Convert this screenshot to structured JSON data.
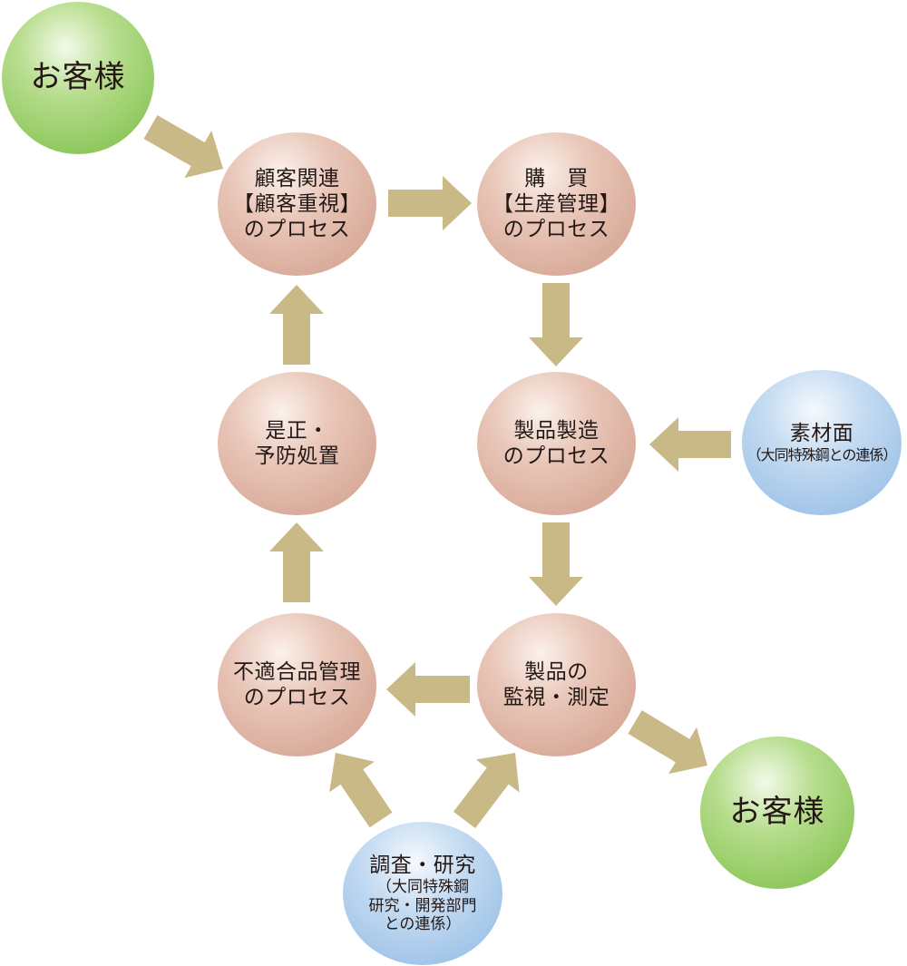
{
  "diagram": {
    "type": "process-flow",
    "colors": {
      "arrow": "#c9b986",
      "process_node": "#d8a897",
      "customer_node": "#8cc657",
      "support_node": "#a5c8ea",
      "text": "#231815"
    },
    "nodes": {
      "customer_in": {
        "lines": [
          "お客様"
        ]
      },
      "customer_related": {
        "lines": [
          "顧客関連",
          "【顧客重視】",
          "のプロセス"
        ]
      },
      "purchasing": {
        "lines": [
          "購　買",
          "【生産管理】",
          "のプロセス"
        ]
      },
      "manufacturing": {
        "lines": [
          "製品製造",
          "のプロセス"
        ]
      },
      "materials": {
        "lines": [
          "素材面",
          "（大同特殊鋼との連係）"
        ]
      },
      "monitoring": {
        "lines": [
          "製品の",
          "監視・測定"
        ]
      },
      "customer_out": {
        "lines": [
          "お客様"
        ]
      },
      "nonconforming": {
        "lines": [
          "不適合品管理",
          "のプロセス"
        ]
      },
      "corrective": {
        "lines": [
          "是正・",
          "予防処置"
        ]
      },
      "research": {
        "lines": [
          "調査・研究",
          "（大同特殊鋼",
          "研究・開発部門",
          "との連係）"
        ]
      }
    },
    "edges": [
      {
        "from": "customer_in",
        "to": "customer_related"
      },
      {
        "from": "customer_related",
        "to": "purchasing"
      },
      {
        "from": "purchasing",
        "to": "manufacturing"
      },
      {
        "from": "materials",
        "to": "manufacturing"
      },
      {
        "from": "manufacturing",
        "to": "monitoring"
      },
      {
        "from": "monitoring",
        "to": "customer_out"
      },
      {
        "from": "monitoring",
        "to": "nonconforming"
      },
      {
        "from": "nonconforming",
        "to": "corrective"
      },
      {
        "from": "corrective",
        "to": "customer_related"
      },
      {
        "from": "research",
        "to": "nonconforming"
      },
      {
        "from": "research",
        "to": "monitoring"
      }
    ]
  }
}
